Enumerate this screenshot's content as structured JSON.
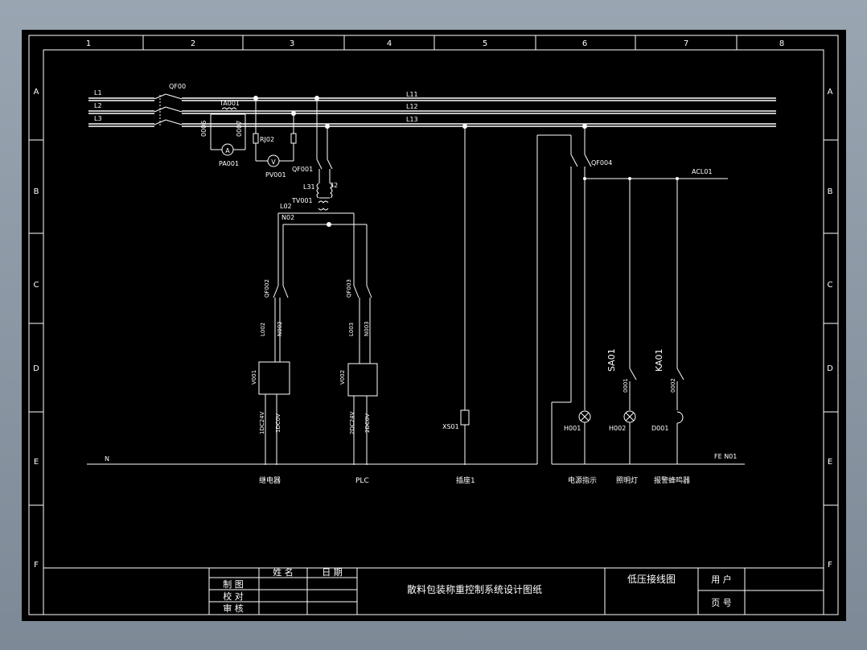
{
  "frame": {
    "col_numbers": [
      "1",
      "2",
      "3",
      "4",
      "5",
      "6",
      "7",
      "8"
    ],
    "row_letters": [
      "A",
      "B",
      "C",
      "D",
      "E",
      "F"
    ]
  },
  "busbars": {
    "left_labels": [
      "L1",
      "L2",
      "L3"
    ],
    "mid_labels": [
      "L11",
      "L12",
      "L13"
    ],
    "breaker_main": "QF00"
  },
  "metering": {
    "ct": "TA001",
    "fuse": "RJ02",
    "ammeter_tag": "PA001",
    "voltmeter_tag": "PV001",
    "ammeter_symbol": "A",
    "voltmeter_symbol": "V",
    "wire_left": "0006",
    "wire_right": "0007"
  },
  "transformer": {
    "breaker": "QF001",
    "tag": "TV001",
    "in_left": "L31",
    "in_right": "32",
    "out_l": "L02",
    "out_n": "N02"
  },
  "branch_relay": {
    "breaker": "QF002",
    "wire_l": "L002",
    "wire_n": "N002",
    "psu": "V001",
    "out_pos": "1DC24V",
    "out_neg": "1DC0V",
    "caption": "继电器"
  },
  "branch_plc": {
    "breaker": "QF003",
    "wire_l": "L003",
    "wire_n": "N003",
    "psu": "V002",
    "out_pos": "2DC24V",
    "out_neg": "2DC0V",
    "caption": "PLC"
  },
  "socket": {
    "tag": "XS01",
    "caption": "插座1"
  },
  "control": {
    "breaker": "QF004",
    "bus": "ACL01",
    "switch_lamp": "SA01",
    "switch_alarm": "KA01",
    "wire_lamp": "0001",
    "wire_alarm": "0002",
    "lamp_power": "H001",
    "lamp_light": "H002",
    "buzzer": "D001",
    "caption_power": "电源指示",
    "caption_light": "照明灯",
    "caption_alarm": "报警蜂鸣器",
    "neutral_end": "FE N01"
  },
  "neutral": {
    "label": "N"
  },
  "title_block": {
    "h_name": "姓 名",
    "h_date": "日 期",
    "r_draw": "制 图",
    "r_check": "校 对",
    "r_review": "审 核",
    "project": "散料包装称重控制系统设计图纸",
    "sheet": "低压接线图",
    "user": "用 户",
    "page": "页 号"
  }
}
